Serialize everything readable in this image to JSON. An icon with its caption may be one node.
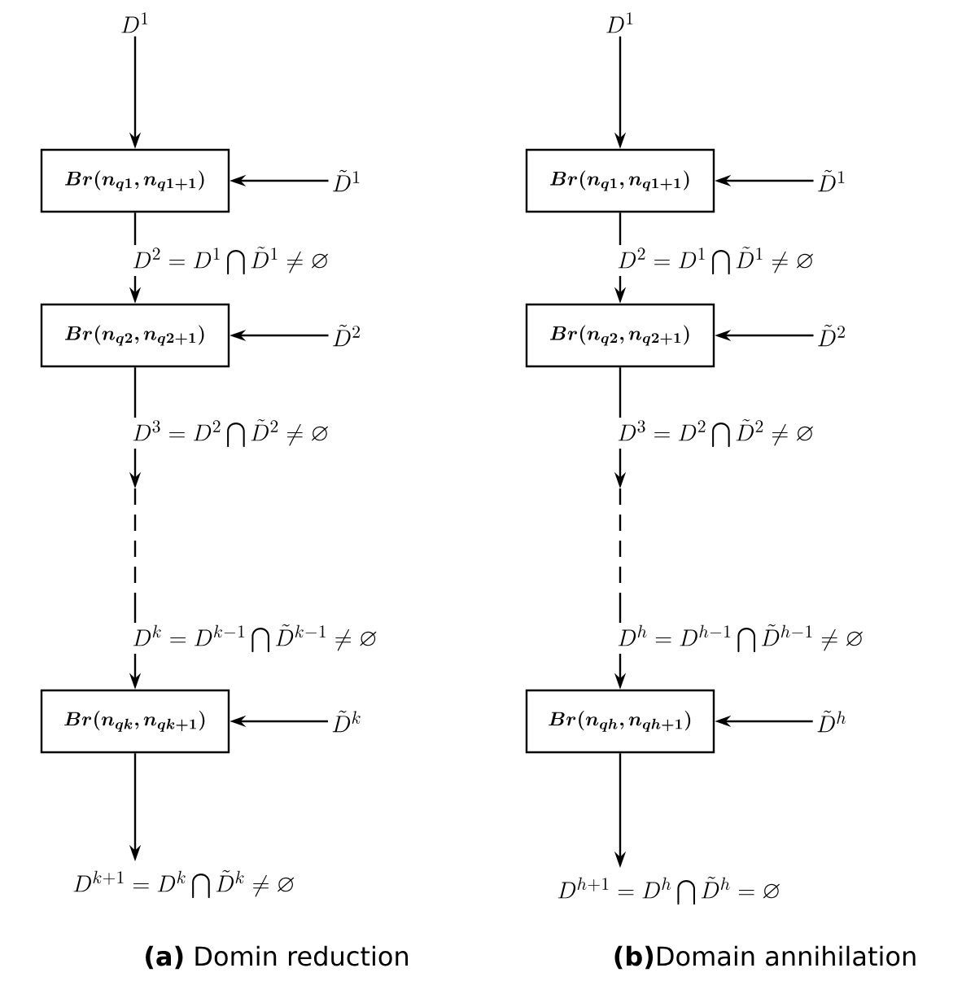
{
  "diagram": {
    "nodes": [
      {
        "text": [
          "D^{1}"
        ]
      },
      {
        "text": [
          "\\boldsymbol{Br(n_{q1},n_{q1+1})}"
        ]
      },
      {
        "text": [
          "\\tilde{D}^{1}"
        ]
      },
      {
        "text": [
          "\\boldsymbol{Br(n_{q2},n_{q2+1})}"
        ]
      },
      {
        "text": [
          "\\tilde{D}^{2}"
        ]
      },
      {
        "text": [
          "\\boldsymbol{Br(n_{qk},n_{qk+1})}"
        ]
      },
      {
        "text": [
          "\\tilde{D}^{k}"
        ]
      },
      {
        "text": [
          "D^{k+1}=D^{k}\\bigcap\\tilde{D}^{k}\\neq\\varnothing"
        ]
      },
      {
        "text": [
          "D^{1}"
        ]
      },
      {
        "text": [
          "\\boldsymbol{Br(n_{q1},n_{q1+1})}"
        ]
      },
      {
        "text": [
          "\\tilde{D}^{1}"
        ]
      },
      {
        "text": [
          "\\boldsymbol{Br(n_{q2},n_{q2+1})}"
        ]
      },
      {
        "text": [
          "\\tilde{D}^{2}"
        ]
      },
      {
        "text": [
          "\\boldsymbol{Br(n_{qh},n_{qh+1})}"
        ]
      },
      {
        "text": [
          "\\tilde{D}^{h}"
        ]
      },
      {
        "text": [
          "D^{h+1}=D^{h}\\bigcap\\tilde{D}^{h}=\\varnothing"
        ]
      }
    ],
    "edges": [
      {
        "from": 0,
        "to": 1,
        "arrow": "to"
      },
      {
        "from": 2,
        "to": 1,
        "arrow": "to"
      },
      {
        "from": 1,
        "to": 3,
        "arrow": "to",
        "label": "D^{2}=D^{1}\\bigcap\\tilde{D}^{1}\\neq\\varnothing"
      },
      {
        "from": 4,
        "to": 3,
        "arrow": "to"
      },
      {
        "from": 3,
        "to": null,
        "arrow": "to",
        "label": "D^{3}=D^{2}\\bigcap\\tilde{D}^{2}\\neq\\varnothing"
      },
      {
        "from": null,
        "to": 5,
        "arrow": "to",
        "label": "D^{k}=D^{k-1}\\bigcap\\tilde{D}^{k-1}\\neq\\varnothing"
      },
      {
        "from": 6,
        "to": 5,
        "arrow": "to"
      },
      {
        "from": 5,
        "to": 7,
        "arrow": "to"
      },
      {
        "from": 8,
        "to": 9,
        "arrow": "to"
      },
      {
        "from": 10,
        "to": 9,
        "arrow": "to"
      },
      {
        "from": 9,
        "to": 11,
        "arrow": "to",
        "label": "D^{2}=D^{1}\\bigcap\\tilde{D}^{1}\\neq\\varnothing"
      },
      {
        "from": 12,
        "to": 11,
        "arrow": "to"
      },
      {
        "from": 11,
        "to": null,
        "arrow": "to",
        "label": "D^{3}=D^{2}\\bigcap\\tilde{D}^{2}\\neq\\varnothing"
      },
      {
        "from": null,
        "to": 13,
        "arrow": "to",
        "label": "D^{h}=D^{h-1}\\bigcap\\tilde{D}^{h-1}\\neq\\varnothing"
      },
      {
        "from": 14,
        "to": 13,
        "arrow": "to"
      },
      {
        "from": 13,
        "to": 15,
        "arrow": "to"
      }
    ],
    "labels": [
      "**(a)** Domin reduction",
      "**(b)**Domain annihilation"
    ]
  }
}
